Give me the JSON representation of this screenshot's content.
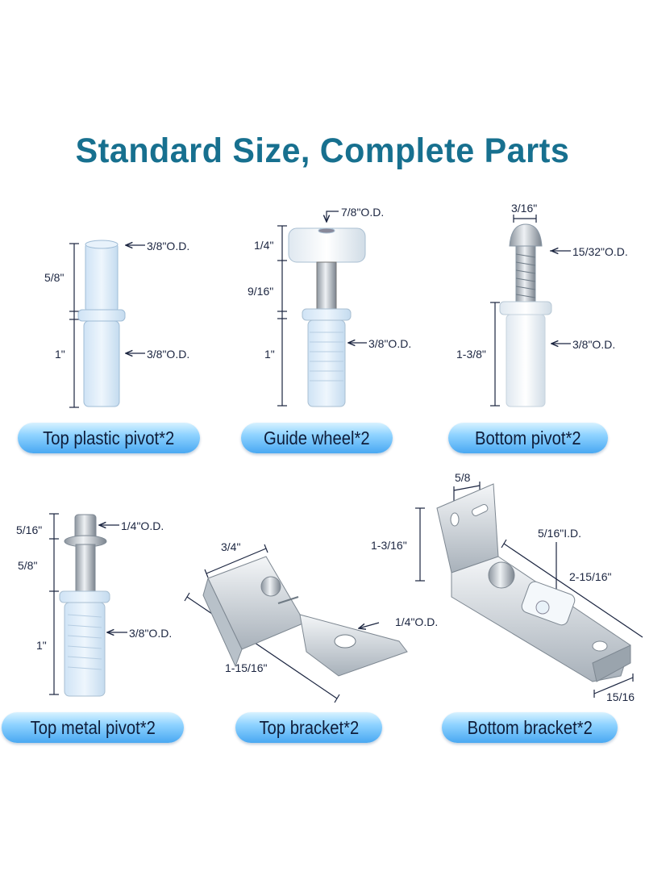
{
  "title": "Standard Size, Complete Parts",
  "colors": {
    "title": "#17708f",
    "pill_top": "#d8f2ff",
    "pill_bottom": "#49a8f2",
    "text": "#1b2540"
  },
  "parts": [
    {
      "name": "Top plastic pivot*2",
      "dimensions": {
        "upper_height": "5/8\"",
        "lower_height": "1\"",
        "upper_od": "3/8\"O.D.",
        "lower_od": "3/8\"O.D."
      }
    },
    {
      "name": "Guide wheel*2",
      "dimensions": {
        "wheel_od": "7/8\"O.D.",
        "wheel_height": "1/4\"",
        "shaft_height": "9/16\"",
        "sleeve_height": "1\"",
        "sleeve_od": "3/8\"O.D."
      }
    },
    {
      "name": "Bottom pivot*2",
      "dimensions": {
        "head_width": "3/16\"",
        "head_od": "15/32\"O.D.",
        "sleeve_height": "1-3/8\"",
        "sleeve_od": "3/8\"O.D."
      }
    },
    {
      "name": "Top metal pivot*2",
      "dimensions": {
        "pin_height": "5/16\"",
        "shaft_height": "5/8\"",
        "sleeve_height": "1\"",
        "pin_od": "1/4\"O.D.",
        "sleeve_od": "3/8\"O.D."
      }
    },
    {
      "name": "Top bracket*2",
      "dimensions": {
        "width": "3/4\"",
        "length": "1-15/16\"",
        "hole_od": "1/4\"O.D."
      }
    },
    {
      "name": "Bottom bracket*2",
      "dimensions": {
        "slot_spacing": "5/8",
        "height": "1-3/16\"",
        "hole_id": "5/16\"I.D.",
        "length": "2-15/16\"",
        "width": "15/16"
      }
    }
  ]
}
